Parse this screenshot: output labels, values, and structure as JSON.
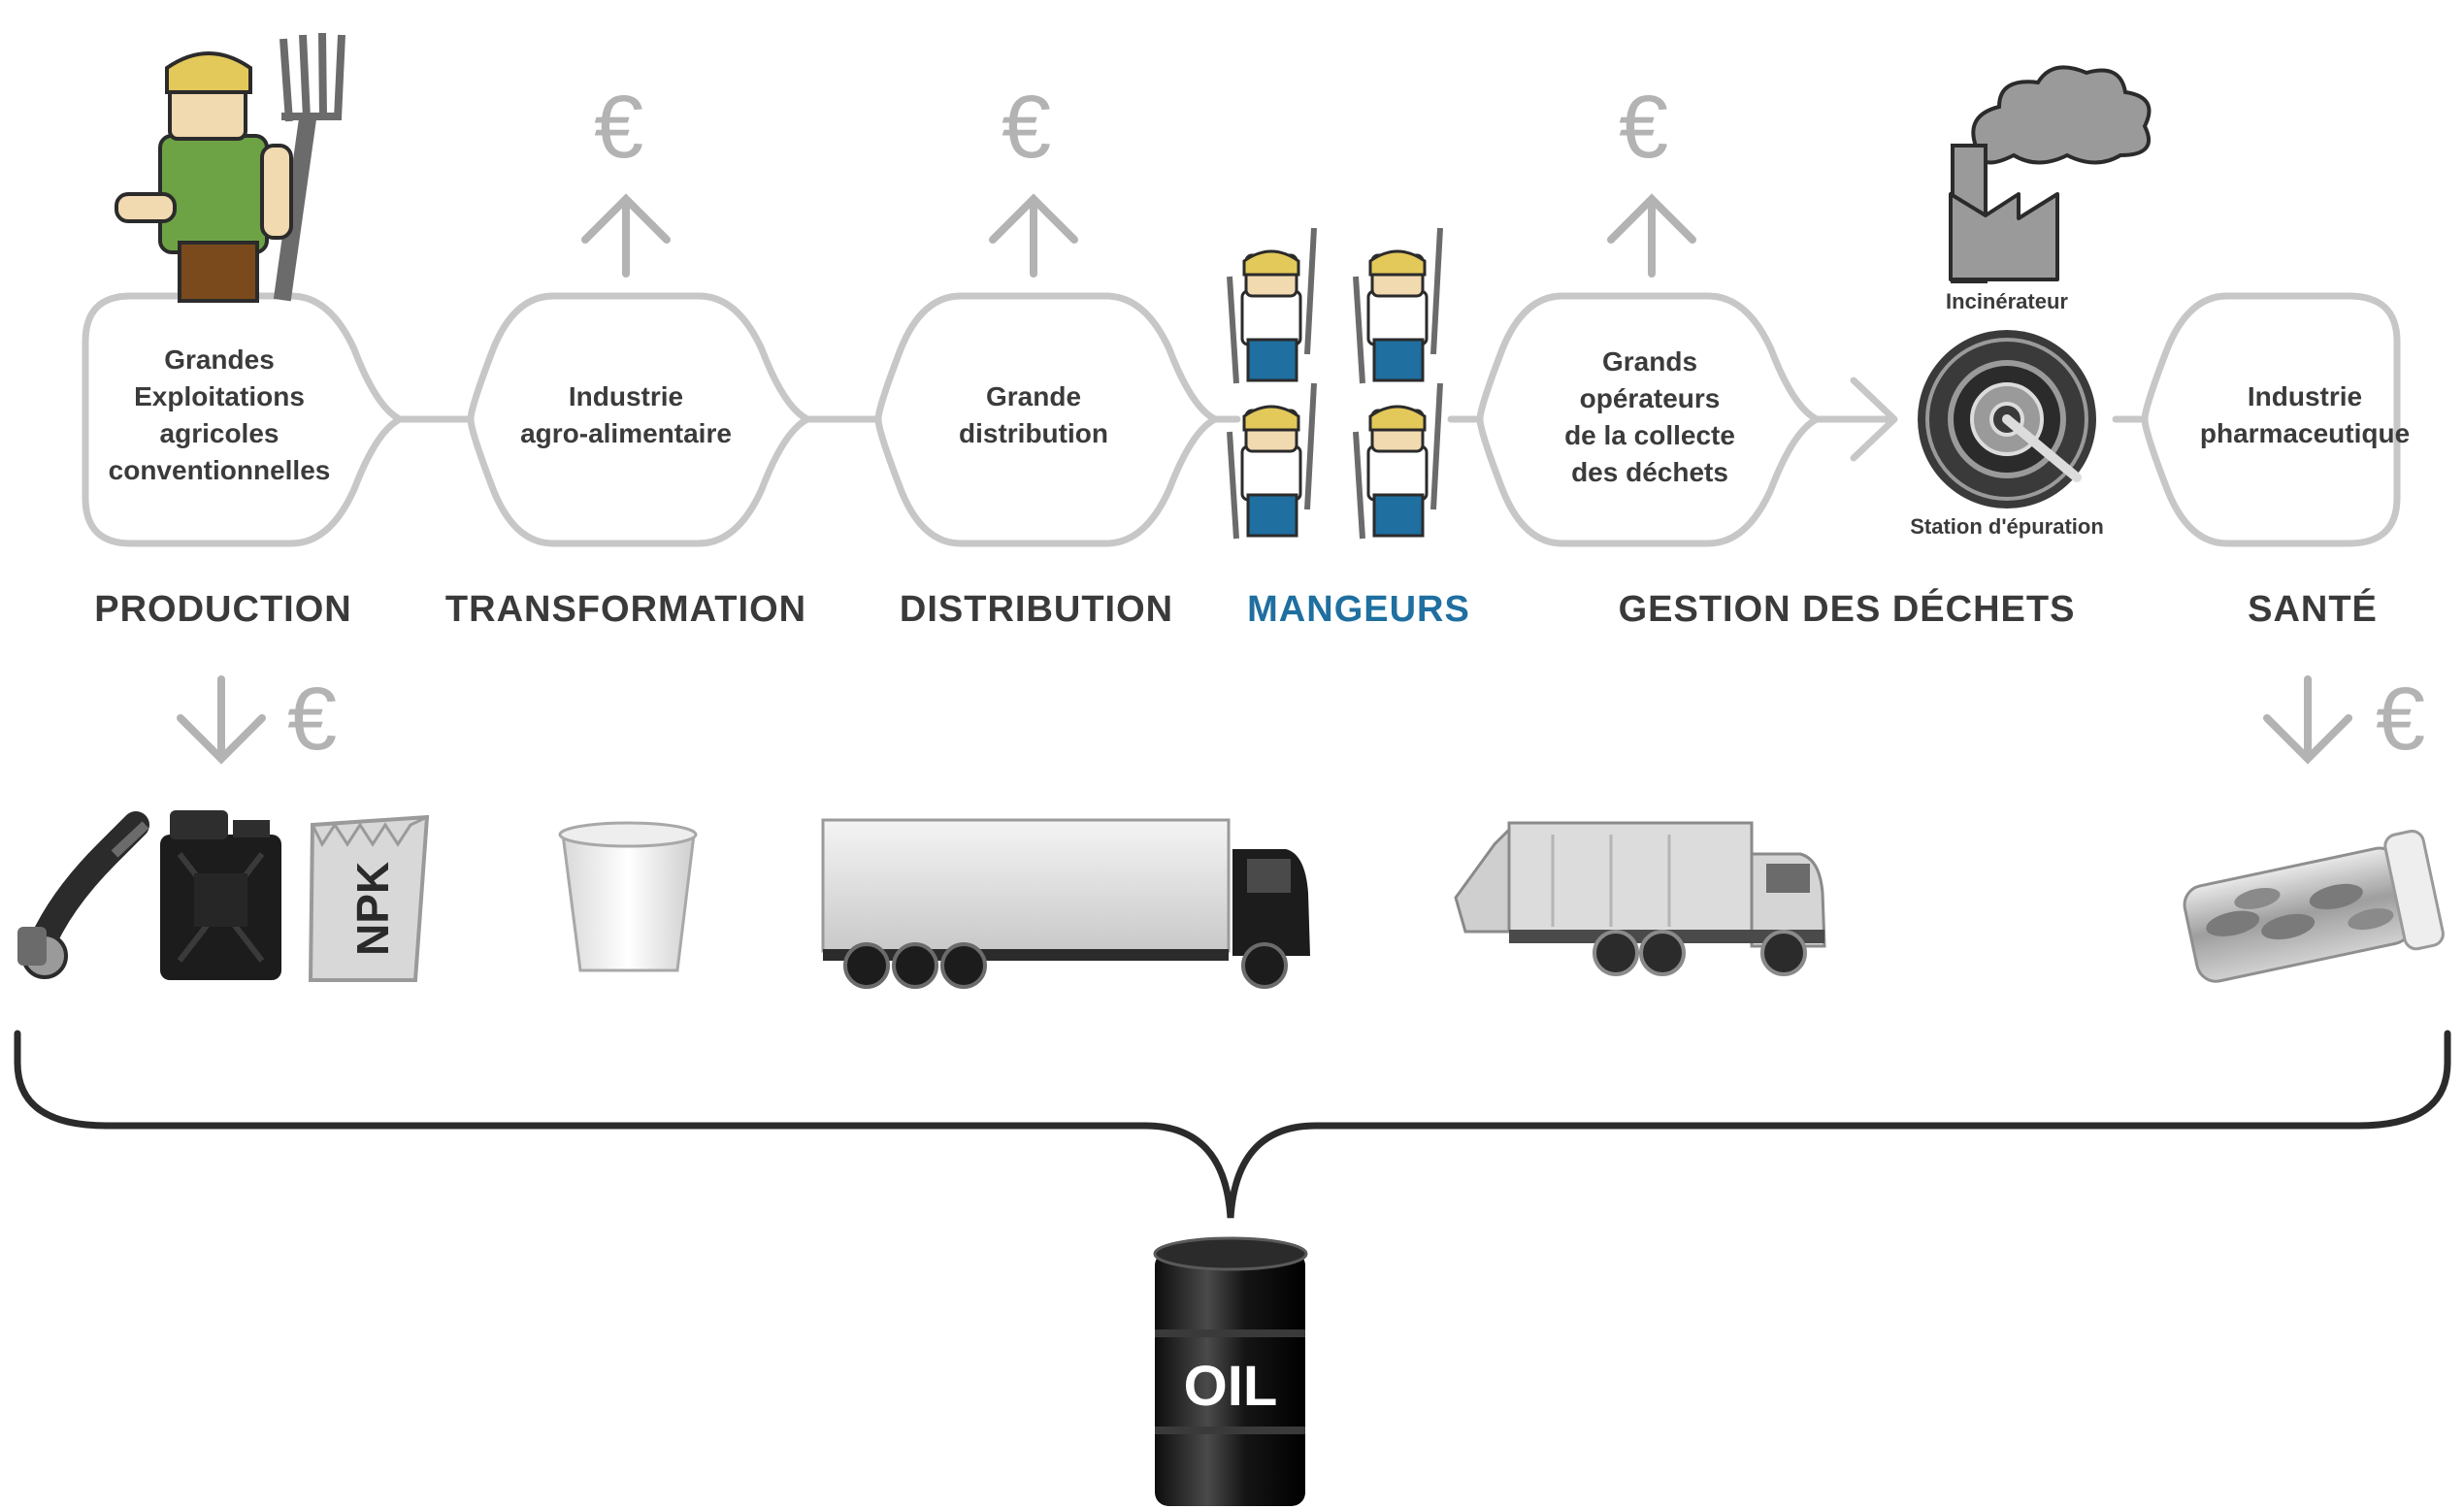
{
  "colors": {
    "outline": "#c7c7c7",
    "arrow": "#b3b3b3",
    "text": "#3b3b3b",
    "highlight": "#1f6fa0",
    "icon_dark": "#1c1c1c",
    "icon_grey": "#9a9a9a"
  },
  "nodes": {
    "production": {
      "lines": [
        "Grandes",
        "Exploitations",
        "agricoles",
        "conventionnelles"
      ]
    },
    "transformation": {
      "lines": [
        "Industrie",
        "agro-alimentaire"
      ]
    },
    "distribution": {
      "lines": [
        "Grande",
        "distribution"
      ]
    },
    "dechets": {
      "lines": [
        "Grands",
        "opérateurs",
        "de la collecte",
        "des déchets"
      ]
    },
    "sante": {
      "lines": [
        "Industrie",
        "pharmaceutique"
      ]
    }
  },
  "waste_facilities": {
    "incinerator_label": "Incinérateur",
    "station_label": "Station d'épuration"
  },
  "stages": {
    "production": "PRODUCTION",
    "transformation": "TRANSFORMATION",
    "distribution": "DISTRIBUTION",
    "mangeurs": "MANGEURS",
    "dechets": "GESTION DES DÉCHETS",
    "sante": "SANTÉ"
  },
  "currency_symbol": "€",
  "money_flows": [
    {
      "stage": "transformation",
      "direction": "up"
    },
    {
      "stage": "distribution",
      "direction": "up"
    },
    {
      "stage": "dechets",
      "direction": "up"
    },
    {
      "stage": "production",
      "direction": "down"
    },
    {
      "stage": "sante",
      "direction": "down"
    }
  ],
  "icons": {
    "farmer": "farmer-with-pitchfork-icon",
    "eaters": "eaters-with-cutlery-icon",
    "incinerator": "factory-chimney-icon",
    "station": "water-treatment-station-icon",
    "hose": "fuel-hose-icon",
    "jerrycan": "jerrycan-icon",
    "fertilizer_bag": "fertilizer-bag-icon",
    "cup": "plastic-cup-icon",
    "truck": "delivery-truck-icon",
    "garbage_truck": "garbage-truck-icon",
    "pills": "pill-bottle-icon",
    "barrel": "oil-barrel-icon"
  },
  "fertilizer_label": "NPK",
  "barrel_label": "OIL"
}
